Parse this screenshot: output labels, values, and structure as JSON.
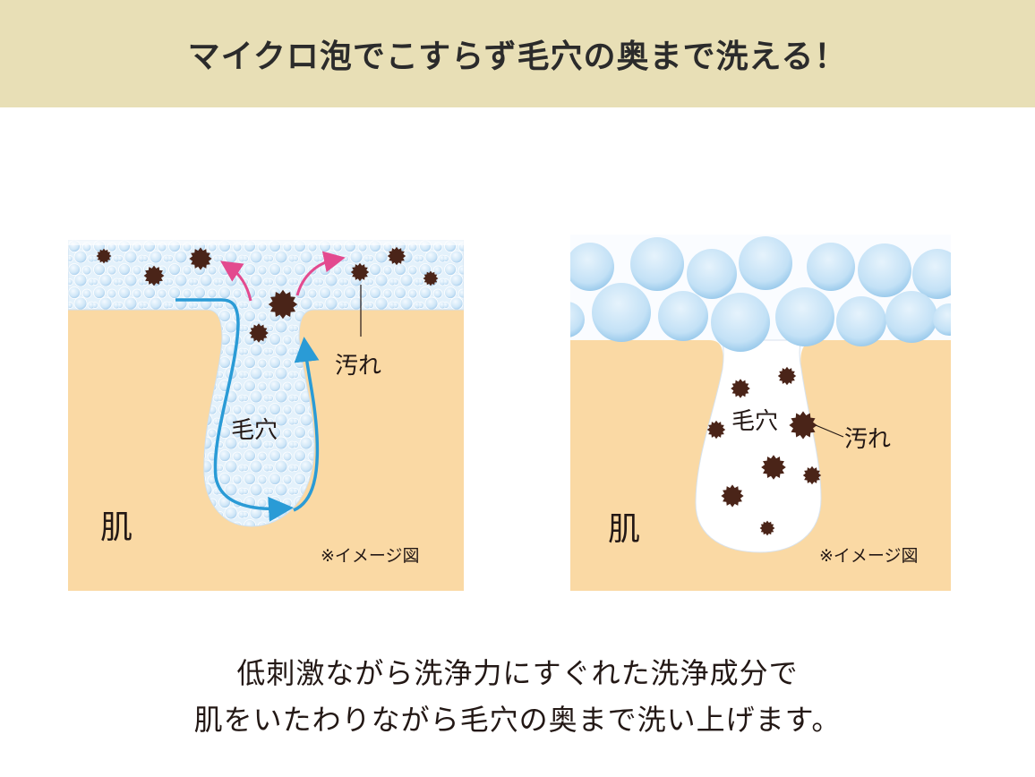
{
  "header": {
    "title": "マイクロ泡でこすらず毛穴の奥まで洗える！",
    "background": "#e8dfb6"
  },
  "diagrams": [
    {
      "id": "micro-foam",
      "description": "Fine micro-bubble foam reaching deep into the pore, lifting dirt out",
      "labels": {
        "skin": "肌",
        "pore": "毛穴",
        "dirt": "汚れ",
        "note": "※イメージ図"
      },
      "colors": {
        "skin": "#fad9a4",
        "bubble": "#cfe7f7",
        "dirt": "#4a2418",
        "flow_arrow": "#2a9bd6",
        "lift_arrow": "#e34a8f"
      }
    },
    {
      "id": "coarse-foam",
      "description": "Large bubbles cannot enter the pore; dirt remains inside",
      "labels": {
        "skin": "肌",
        "pore": "毛穴",
        "dirt": "汚れ",
        "note": "※イメージ図"
      },
      "colors": {
        "skin": "#fad9a4",
        "bubble": "#bfe0f5",
        "pore_fill": "#ffffff",
        "dirt": "#4a2418"
      }
    }
  ],
  "caption": {
    "line1": "低刺激ながら洗浄力にすぐれた洗浄成分で",
    "line2": "肌をいたわりながら毛穴の奥まで洗い上げます。"
  }
}
